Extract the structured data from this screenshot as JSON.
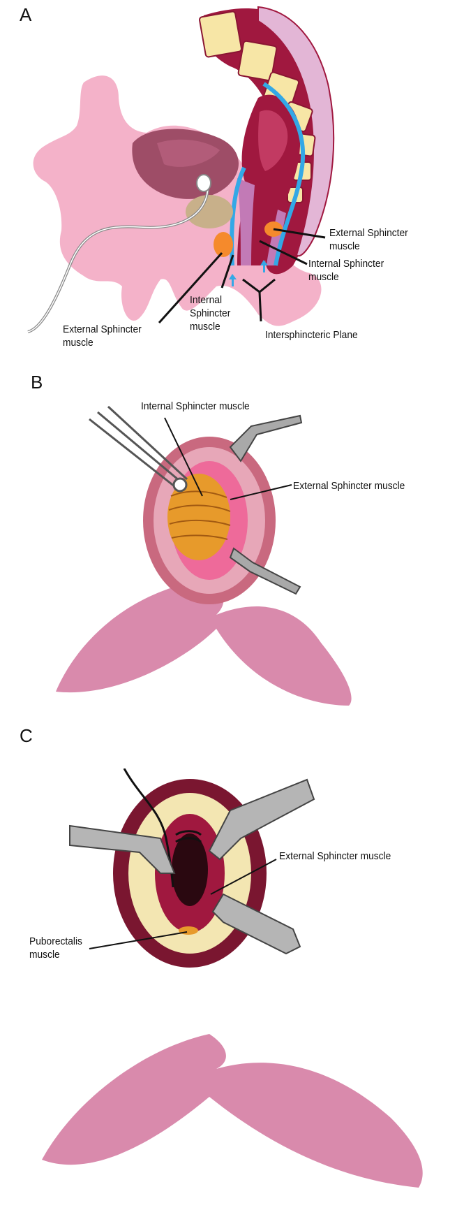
{
  "panels": [
    {
      "letter": "A",
      "labels": {
        "ext_right": "External Sphincter\nmuscle",
        "int_right": "Internal Sphincter\nmuscle",
        "int_center": "Internal\nSphincter\nmuscle",
        "ext_left": "External Sphincter\nmuscle",
        "plane": "Intersphincteric Plane"
      }
    },
    {
      "letter": "B",
      "labels": {
        "internal": "Internal Sphincter muscle",
        "external": "External Sphincter muscle"
      }
    },
    {
      "letter": "C",
      "labels": {
        "external": "External Sphincter muscle",
        "puborectalis": "Puborectalis\nmuscle"
      }
    }
  ],
  "colors": {
    "pelvis_pink": "#f4b2c9",
    "rectum_wine": "#a0183f",
    "sacrum_yellow": "#f7e6a6",
    "mucosa_lilac": "#c27ab6",
    "blue_plane": "#33a8e6",
    "sphincter_orange": "#f58a2c",
    "prostate": "#c8a39a",
    "muscle_orange": "#e79a2b",
    "buttock_pink": "#d98aac",
    "steel": "#a9a9a9"
  },
  "icons": [
    "catheter-icon",
    "retractor-icon",
    "forceps-icon",
    "suture-icon"
  ]
}
